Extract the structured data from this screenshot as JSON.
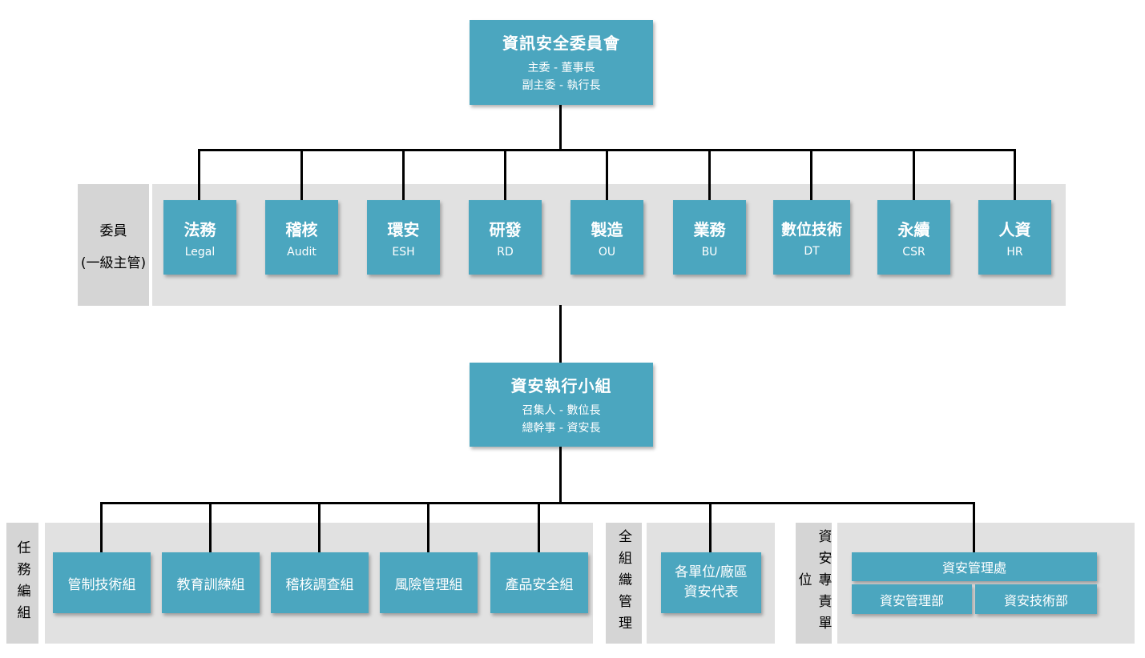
{
  "colors": {
    "box_bg": "#4BA6BF",
    "panel_bg": "#E1E1E1",
    "label_panel_bg": "#D5D5D5",
    "line_color": "#000000",
    "box_text": "#FFFFFF",
    "label_text": "#000000",
    "page_bg": "#FFFFFF"
  },
  "top_committee": {
    "title": "資訊安全委員會",
    "line1": "主委 - 董事長",
    "line2": "副主委 - 執行長"
  },
  "members_panel": {
    "label_line1": "委員",
    "label_line2": "(一級主管)"
  },
  "members": [
    {
      "zh": "法務",
      "en": "Legal"
    },
    {
      "zh": "稽核",
      "en": "Audit"
    },
    {
      "zh": "環安",
      "en": "ESH"
    },
    {
      "zh": "研發",
      "en": "RD"
    },
    {
      "zh": "製造",
      "en": "OU"
    },
    {
      "zh": "業務",
      "en": "BU"
    },
    {
      "zh": "數位技術",
      "en": "DT"
    },
    {
      "zh": "永續",
      "en": "CSR"
    },
    {
      "zh": "人資",
      "en": "HR"
    }
  ],
  "execution_team": {
    "title": "資安執行小組",
    "line1": "召集人 - 數位長",
    "line2": "總幹事 - 資安長"
  },
  "task_groups": {
    "label": "任務編組",
    "boxes": [
      "管制技術組",
      "教育訓練組",
      "稽核調查組",
      "風險管理組",
      "產品安全組"
    ]
  },
  "org_wide": {
    "label": "全組織管理",
    "box_line1": "各單位/廠區",
    "box_line2": "資安代表"
  },
  "dedicated_unit": {
    "label": "資安專責單位",
    "division": "資安管理處",
    "departments": [
      "資安管理部",
      "資安技術部"
    ]
  }
}
